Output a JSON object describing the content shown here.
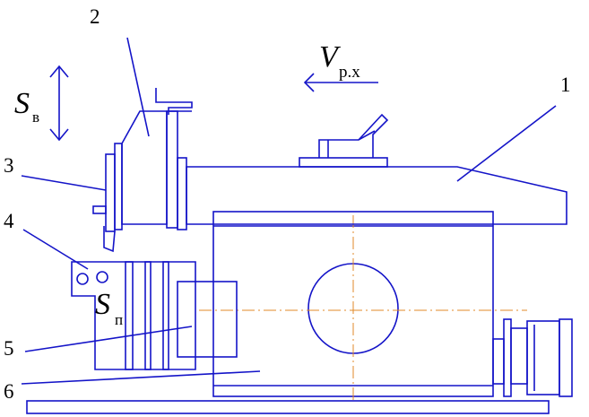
{
  "callouts": [
    "1",
    "2",
    "3",
    "4",
    "5",
    "6"
  ],
  "symbols": {
    "vertical_feed": {
      "main": "S",
      "sub": "в"
    },
    "transverse_feed": {
      "main": "S",
      "sub": "п"
    },
    "stroke_speed": {
      "main": "V",
      "sub": "р.х"
    }
  },
  "colors": {
    "line": "#1414c8",
    "axis": "#e08a2a",
    "text": "#000000"
  }
}
